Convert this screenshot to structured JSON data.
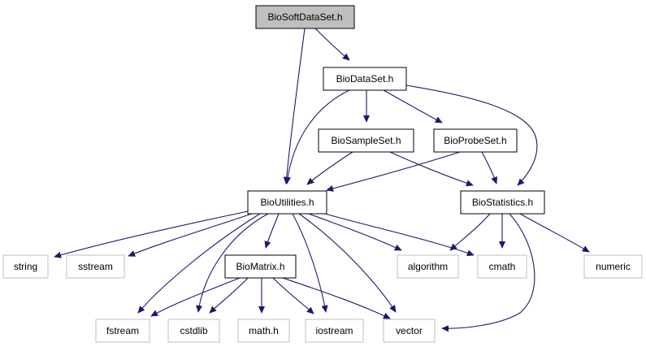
{
  "colors": {
    "edge": "#191970",
    "root_fill": "#bfbfbf",
    "node_border": "#000000",
    "system_border": "#bfbfbf",
    "label": "#000000"
  },
  "nodes": [
    {
      "id": "biosoftdataset",
      "label": "BioSoftDataSet.h",
      "kind": "root"
    },
    {
      "id": "biodataset",
      "label": "BioDataSet.h",
      "kind": "header"
    },
    {
      "id": "biosampleset",
      "label": "BioSampleSet.h",
      "kind": "header"
    },
    {
      "id": "bioprobeset",
      "label": "BioProbeSet.h",
      "kind": "header"
    },
    {
      "id": "bioutilities",
      "label": "BioUtilities.h",
      "kind": "header"
    },
    {
      "id": "biostatistics",
      "label": "BioStatistics.h",
      "kind": "header"
    },
    {
      "id": "biomatrix",
      "label": "BioMatrix.h",
      "kind": "header"
    },
    {
      "id": "string",
      "label": "string",
      "kind": "system"
    },
    {
      "id": "sstream",
      "label": "sstream",
      "kind": "system"
    },
    {
      "id": "algorithm",
      "label": "algorithm",
      "kind": "system"
    },
    {
      "id": "cmath",
      "label": "cmath",
      "kind": "system"
    },
    {
      "id": "numeric",
      "label": "numeric",
      "kind": "system"
    },
    {
      "id": "fstream",
      "label": "fstream",
      "kind": "system"
    },
    {
      "id": "cstdlib",
      "label": "cstdlib",
      "kind": "system"
    },
    {
      "id": "math_h",
      "label": "math.h",
      "kind": "system"
    },
    {
      "id": "iostream",
      "label": "iostream",
      "kind": "system"
    },
    {
      "id": "vector",
      "label": "vector",
      "kind": "system"
    }
  ],
  "edges": [
    {
      "from": "biosoftdataset",
      "to": "biodataset"
    },
    {
      "from": "biosoftdataset",
      "to": "bioutilities"
    },
    {
      "from": "biodataset",
      "to": "biosampleset"
    },
    {
      "from": "biodataset",
      "to": "bioprobeset"
    },
    {
      "from": "biodataset",
      "to": "bioutilities"
    },
    {
      "from": "biodataset",
      "to": "biostatistics"
    },
    {
      "from": "biosampleset",
      "to": "bioutilities"
    },
    {
      "from": "biosampleset",
      "to": "biostatistics"
    },
    {
      "from": "bioprobeset",
      "to": "bioutilities"
    },
    {
      "from": "bioprobeset",
      "to": "biostatistics"
    },
    {
      "from": "bioutilities",
      "to": "string"
    },
    {
      "from": "bioutilities",
      "to": "sstream"
    },
    {
      "from": "bioutilities",
      "to": "fstream"
    },
    {
      "from": "bioutilities",
      "to": "cstdlib"
    },
    {
      "from": "bioutilities",
      "to": "biomatrix"
    },
    {
      "from": "bioutilities",
      "to": "iostream"
    },
    {
      "from": "bioutilities",
      "to": "vector"
    },
    {
      "from": "bioutilities",
      "to": "algorithm"
    },
    {
      "from": "bioutilities",
      "to": "cmath"
    },
    {
      "from": "biostatistics",
      "to": "algorithm"
    },
    {
      "from": "biostatistics",
      "to": "cmath"
    },
    {
      "from": "biostatistics",
      "to": "numeric"
    },
    {
      "from": "biostatistics",
      "to": "vector"
    },
    {
      "from": "biomatrix",
      "to": "fstream"
    },
    {
      "from": "biomatrix",
      "to": "cstdlib"
    },
    {
      "from": "biomatrix",
      "to": "math_h"
    },
    {
      "from": "biomatrix",
      "to": "iostream"
    },
    {
      "from": "biomatrix",
      "to": "vector"
    }
  ]
}
